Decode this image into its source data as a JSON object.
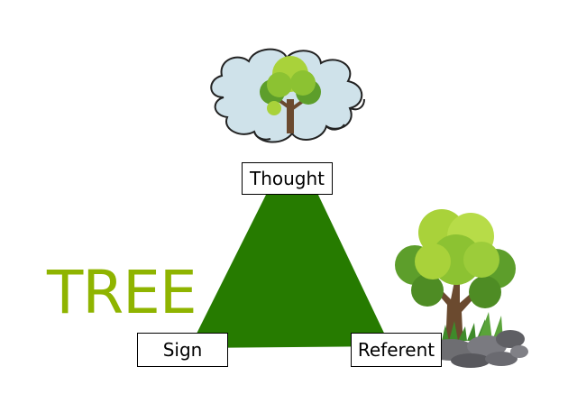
{
  "word": "TREE",
  "labels": {
    "thought": "Thought",
    "sign": "Sign",
    "referent": "Referent"
  },
  "colors": {
    "triangle": "#267b00",
    "word": "#8fb400",
    "cloud": "#cfe2ea",
    "foliage_light": "#a9d23a",
    "foliage_dark": "#5d9e2b",
    "trunk": "#6b4a2f",
    "rock": "#6e6e72"
  },
  "icons": [
    "thought-cloud-icon",
    "tree-icon",
    "rocky-tree-icon"
  ]
}
